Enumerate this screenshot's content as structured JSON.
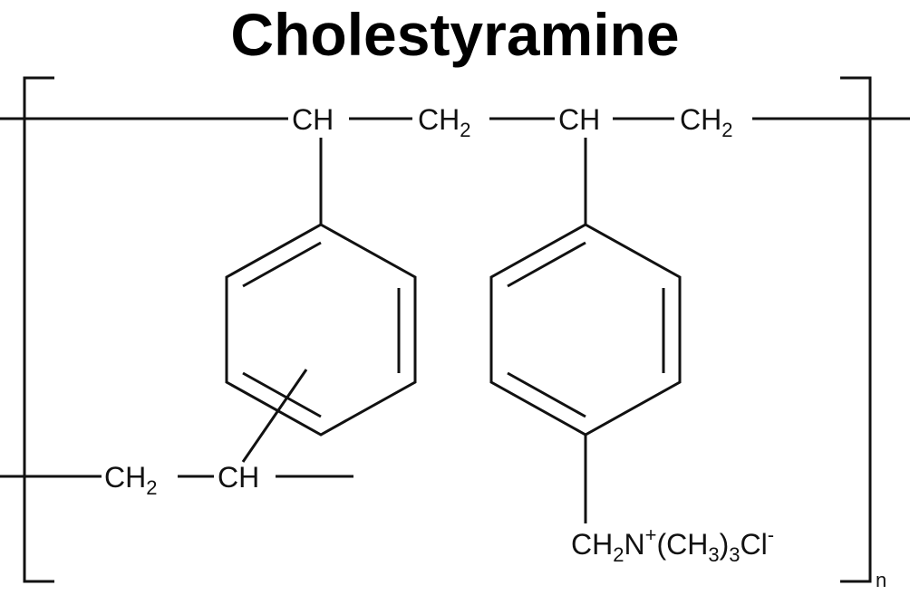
{
  "title": "Cholestyramine",
  "backbone": {
    "ch_left": "CH",
    "ch2_first": "CH",
    "ch2_first_sub": "2",
    "ch_right": "CH",
    "ch2_second": "CH",
    "ch2_second_sub": "2"
  },
  "crosslink": {
    "ch2": "CH",
    "ch2_sub": "2",
    "ch": "CH"
  },
  "substituent": {
    "part1": "CH",
    "sub1": "2",
    "part2": "N",
    "sup1": "+",
    "part3": "(CH",
    "sub2": "3",
    "part4": ")",
    "sub3": "3",
    "part5": "Cl",
    "sup2": "-"
  },
  "repeat_index": "n"
}
